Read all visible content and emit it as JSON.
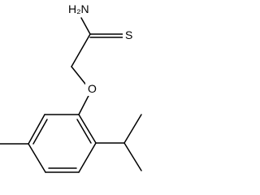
{
  "molecule": {
    "atom_labels": {
      "amine": "H₂N",
      "sulfur": "S",
      "oxygen": "O"
    }
  }
}
